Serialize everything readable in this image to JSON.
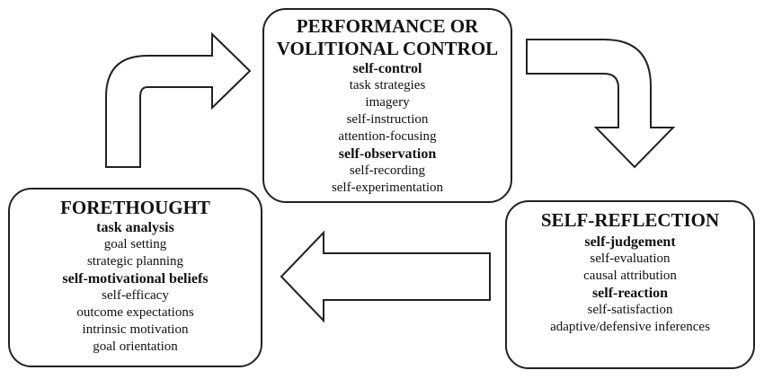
{
  "performance": {
    "title_line1": "PERFORMANCE OR",
    "title_line2": "VOLITIONAL CONTROL",
    "lines": [
      {
        "text": "self-control",
        "bold": true
      },
      {
        "text": "task strategies",
        "bold": false
      },
      {
        "text": "imagery",
        "bold": false
      },
      {
        "text": "self-instruction",
        "bold": false
      },
      {
        "text": "attention-focusing",
        "bold": false
      },
      {
        "text": "self-observation",
        "bold": true
      },
      {
        "text": "self-recording",
        "bold": false
      },
      {
        "text": "self-experimentation",
        "bold": false
      }
    ]
  },
  "forethought": {
    "title": "FORETHOUGHT",
    "lines": [
      {
        "text": "task analysis",
        "bold": true
      },
      {
        "text": "goal setting",
        "bold": false
      },
      {
        "text": "strategic planning",
        "bold": false
      },
      {
        "text": "self-motivational beliefs",
        "bold": true
      },
      {
        "text": "self-efficacy",
        "bold": false
      },
      {
        "text": "outcome expectations",
        "bold": false
      },
      {
        "text": "intrinsic motivation",
        "bold": false
      },
      {
        "text": "goal orientation",
        "bold": false
      }
    ]
  },
  "reflection": {
    "title": "SELF-REFLECTION",
    "lines": [
      {
        "text": "self-judgement",
        "bold": true
      },
      {
        "text": "self-evaluation",
        "bold": false
      },
      {
        "text": "causal attribution",
        "bold": false
      },
      {
        "text": "self-reaction",
        "bold": true
      },
      {
        "text": "self-satisfaction",
        "bold": false
      },
      {
        "text": "adaptive/defensive inferences",
        "bold": false
      }
    ]
  }
}
